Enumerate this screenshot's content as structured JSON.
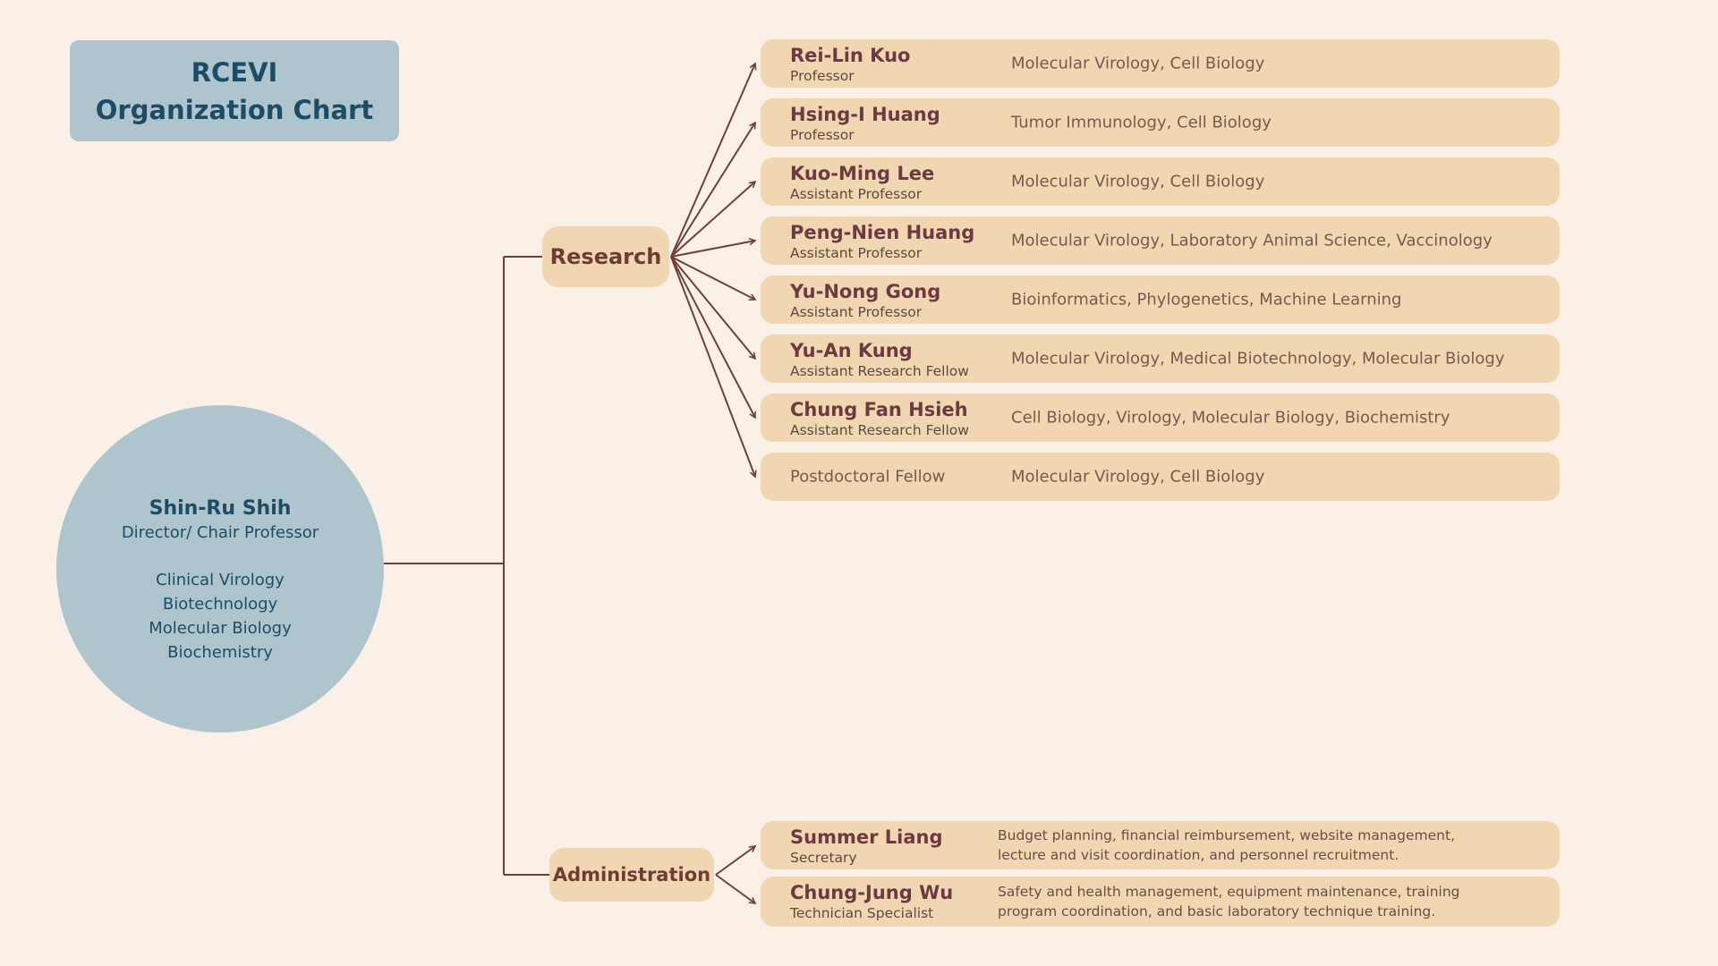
{
  "title_box": {
    "line1": "RCEVI",
    "line2": "Organization Chart"
  },
  "director": {
    "name": "Shin-Ru Shih",
    "role": "Director/ Chair Professor",
    "specialties": [
      "Clinical Virology",
      "Biotechnology",
      "Molecular Biology",
      "Biochemistry"
    ]
  },
  "research": {
    "label": "Research",
    "members": [
      {
        "name": "Rei-Lin Kuo",
        "role": "Professor",
        "specialties": "Molecular Virology, Cell Biology"
      },
      {
        "name": "Hsing-I Huang",
        "role": "Professor",
        "specialties": "Tumor Immunology, Cell Biology"
      },
      {
        "name": "Kuo-Ming Lee",
        "role": "Assistant Professor",
        "specialties": "Molecular Virology, Cell Biology"
      },
      {
        "name": "Peng-Nien Huang",
        "role": "Assistant Professor",
        "specialties": "Molecular Virology, Laboratory Animal Science, Vaccinology"
      },
      {
        "name": "Yu-Nong Gong",
        "role": "Assistant Professor",
        "specialties": "Bioinformatics, Phylogenetics, Machine Learning"
      },
      {
        "name": "Yu-An Kung",
        "role": "Assistant Research Fellow",
        "specialties": "Molecular Virology, Medical Biotechnology, Molecular Biology"
      },
      {
        "name": "Chung Fan Hsieh",
        "role": "Assistant Research Fellow",
        "specialties": "Cell Biology, Virology, Molecular Biology, Biochemistry"
      },
      {
        "name": "",
        "role": "Postdoctoral Fellow",
        "specialties": "Molecular Virology, Cell Biology"
      }
    ]
  },
  "administration": {
    "label": "Administration",
    "members": [
      {
        "name": "Summer Liang",
        "role": "Secretary",
        "description": "Budget planning, financial reimbursement, website management,\nlecture and visit coordination, and personnel recruitment."
      },
      {
        "name": "Chung-Jung Wu",
        "role": "Technician Specialist",
        "description": "Safety and health management, equipment maintenance, training\nprogram coordination, and basic laboratory technique training."
      }
    ]
  },
  "colors": {
    "background": "#faf0e7",
    "panel_blue": "#afc5ce",
    "navy_text": "#1d4d66",
    "node_tan": "#f0d7b1",
    "name_text": "#6d3a41",
    "role_text": "#5a4a42",
    "specialty_text": "#7c574f",
    "description_text": "#6d4b45",
    "line": "#6d4038"
  }
}
